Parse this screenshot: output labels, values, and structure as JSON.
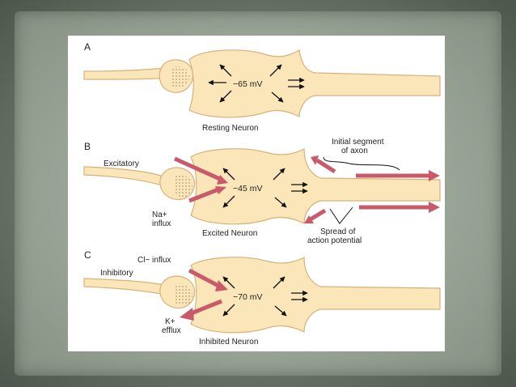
{
  "colors": {
    "cell_fill": "#fbe6ba",
    "cell_stroke": "#d6b27a",
    "ion_arrow": "#c85a6a",
    "field_arrow": "#111111"
  },
  "panels": [
    {
      "letter": "A",
      "potential": "−65 mV",
      "caption": "Resting Neuron"
    },
    {
      "letter": "B",
      "potential": "−45 mV",
      "caption": "Excited Neuron",
      "input_label": "Excitatory",
      "ion_label_line1": "Na+",
      "ion_label_line2": "influx",
      "segment_label_line1": "Initial segment",
      "segment_label_line2": "of axon",
      "spread_label_line1": "Spread of",
      "spread_label_line2": "action potential"
    },
    {
      "letter": "C",
      "potential": "−70 mV",
      "caption": "Inhibited Neuron",
      "input_label": "Inhibitory",
      "cl_label": "Cl− influx",
      "k_label_line1": "K+",
      "k_label_line2": "efflux"
    }
  ]
}
